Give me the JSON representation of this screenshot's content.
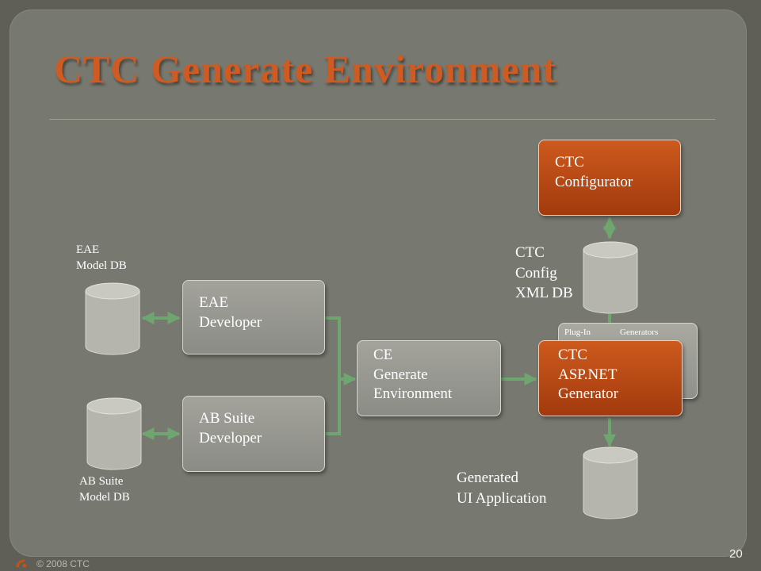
{
  "slide": {
    "title": "CTC Generate Environment",
    "footer": "© 2008 CTC",
    "page_number": "20"
  },
  "colors": {
    "background": "#5f5f58",
    "panel": "#777970",
    "title": "#cf5a22",
    "process_gray": "#9a9a93",
    "process_orange": "#b8481a",
    "connector": "#6fa66f"
  },
  "diagram": {
    "processes": {
      "eae_developer": [
        "EAE",
        "Developer"
      ],
      "ab_suite_developer": [
        "AB Suite",
        "Developer"
      ],
      "ce_generate": [
        "CE",
        "Generate",
        "Environment"
      ],
      "ctc_configurator": [
        "CTC",
        "Configurator"
      ],
      "ctc_aspnet_generator": [
        "CTC",
        "ASP.NET",
        "Generator"
      ]
    },
    "plugin_group": {
      "left_label": "Plug-In",
      "right_label": "Generators"
    },
    "databases": {
      "eae_model_db": [
        "EAE",
        "Model DB"
      ],
      "ab_suite_model_db": [
        "AB Suite",
        "Model DB"
      ],
      "ctc_config_xml_db": [
        "CTC",
        "Config",
        "XML DB"
      ],
      "generated_ui_app": [
        "Generated",
        "UI Application"
      ]
    }
  }
}
